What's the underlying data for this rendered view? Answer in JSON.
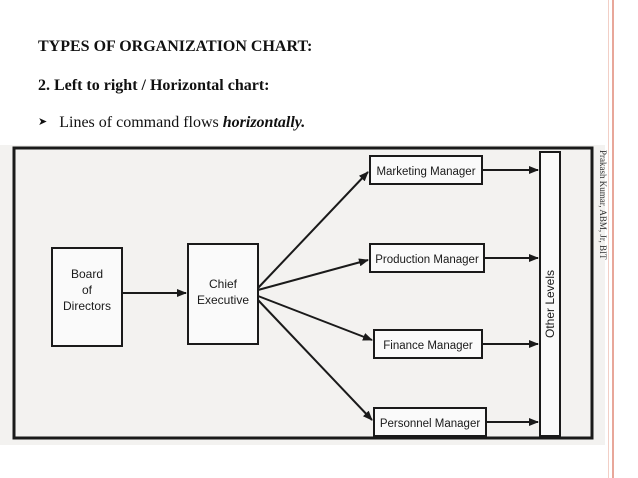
{
  "slide": {
    "heading": "TYPES OF ORGANIZATION CHART:",
    "subheading": "2. Left to right / Horizontal chart:",
    "bullet_icon": "arrowhead-bullet-icon",
    "bullet_text": "Lines of command flows ",
    "bullet_emphasis": "horizontally.",
    "side_credit": "Prakash Kumar, ABM, Jr, BIT"
  },
  "diagram": {
    "board": [
      "Board",
      "of",
      "Directors"
    ],
    "chief": [
      "Chief",
      "Executive"
    ],
    "managers": [
      "Marketing Manager",
      "Production Manager",
      "Finance Manager",
      "Personnel Manager"
    ],
    "other_levels": "Other Levels"
  }
}
